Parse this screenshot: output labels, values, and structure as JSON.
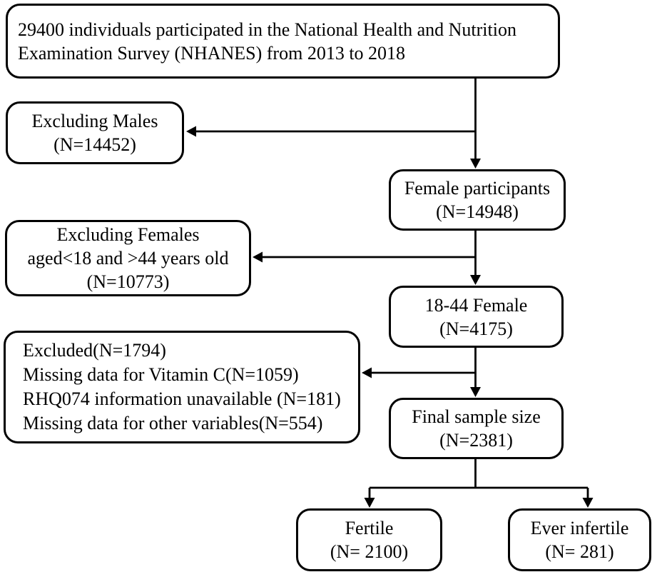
{
  "colors": {
    "line": "#000000",
    "background": "#ffffff",
    "text": "#000000"
  },
  "boxes": {
    "nhanes": {
      "lines": [
        "29400 individuals participated in the National Health and Nutrition",
        "Examination Survey (NHANES) from 2013 to 2018"
      ]
    },
    "excluding_males": {
      "lines": [
        "Excluding Males",
        "(N=14452)"
      ]
    },
    "female_participants": {
      "lines": [
        "Female participants",
        "(N=14948)"
      ]
    },
    "excluding_females": {
      "lines": [
        "Excluding Females",
        "aged<18 and >44 years old",
        "(N=10773)"
      ]
    },
    "female_18_44": {
      "lines": [
        "18-44 Female",
        "(N=4175)"
      ]
    },
    "excluded": {
      "lines": [
        "Excluded(N=1794)",
        "Missing data for Vitamin C(N=1059)",
        "RHQ074 information unavailable (N=181)",
        "Missing data for other variables(N=554)"
      ]
    },
    "final_sample": {
      "lines": [
        "Final sample size",
        "(N=2381)"
      ]
    },
    "fertile": {
      "lines": [
        "Fertile",
        "(N= 2100)"
      ]
    },
    "ever_infertile": {
      "lines": [
        "Ever infertile",
        "(N= 281)"
      ]
    }
  }
}
